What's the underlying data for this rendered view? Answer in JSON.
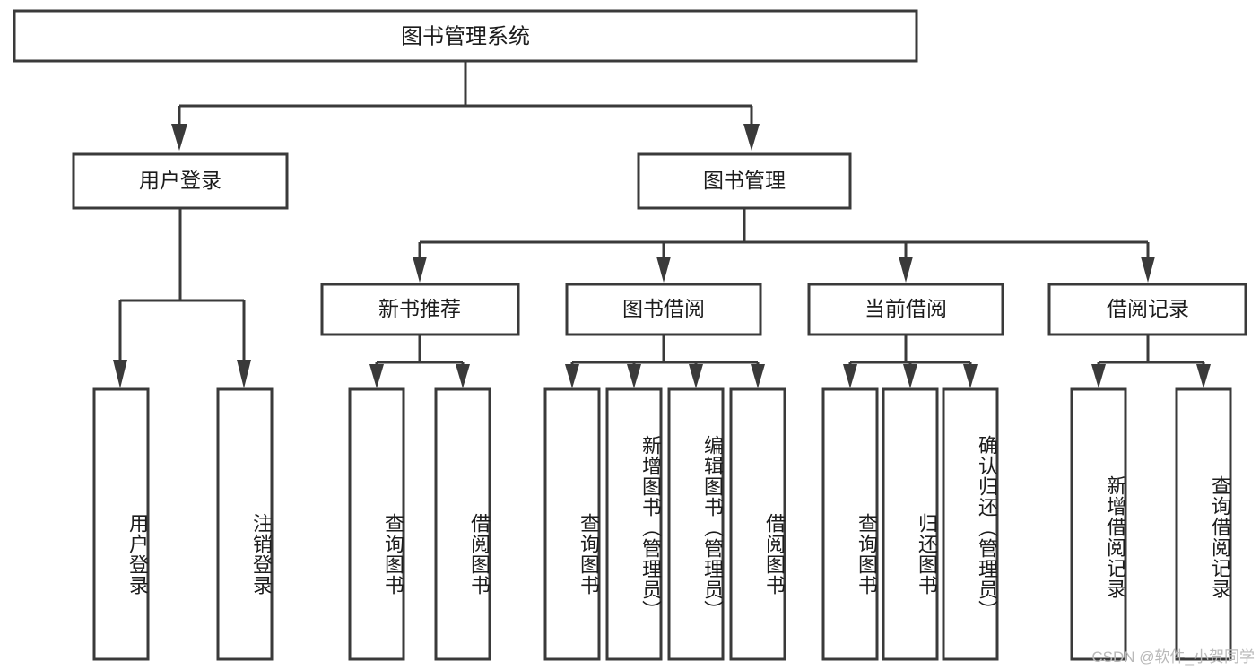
{
  "diagram": {
    "type": "tree",
    "title": "图书管理系统",
    "watermark": "CSDN @软件_小贺同学",
    "colors": {
      "box_stroke": "#3a3a3a",
      "box_fill": "#ffffff",
      "text": "#1c1c1c",
      "watermark": "#b9b9b9",
      "background": "#ffffff"
    },
    "root": {
      "label": "图书管理系统"
    },
    "level1": [
      {
        "label": "用户登录"
      },
      {
        "label": "图书管理"
      }
    ],
    "level2": [
      {
        "label": "新书推荐"
      },
      {
        "label": "图书借阅"
      },
      {
        "label": "当前借阅"
      },
      {
        "label": "借阅记录"
      }
    ],
    "leaves": {
      "user_login": [
        {
          "label": "用户登录"
        },
        {
          "label": "注销登录"
        }
      ],
      "new_book_recommend": [
        {
          "label": "查询图书"
        },
        {
          "label": "借阅图书"
        }
      ],
      "book_borrow": [
        {
          "label": "查询图书"
        },
        {
          "label": "新增图书（管理员）"
        },
        {
          "label": "编辑图书（管理员）"
        },
        {
          "label": "借阅图书"
        }
      ],
      "current_borrow": [
        {
          "label": "查询图书"
        },
        {
          "label": "归还图书"
        },
        {
          "label": "确认归还（管理员）"
        }
      ],
      "borrow_record": [
        {
          "label": "新增借阅记录"
        },
        {
          "label": "查询借阅记录"
        }
      ]
    }
  }
}
